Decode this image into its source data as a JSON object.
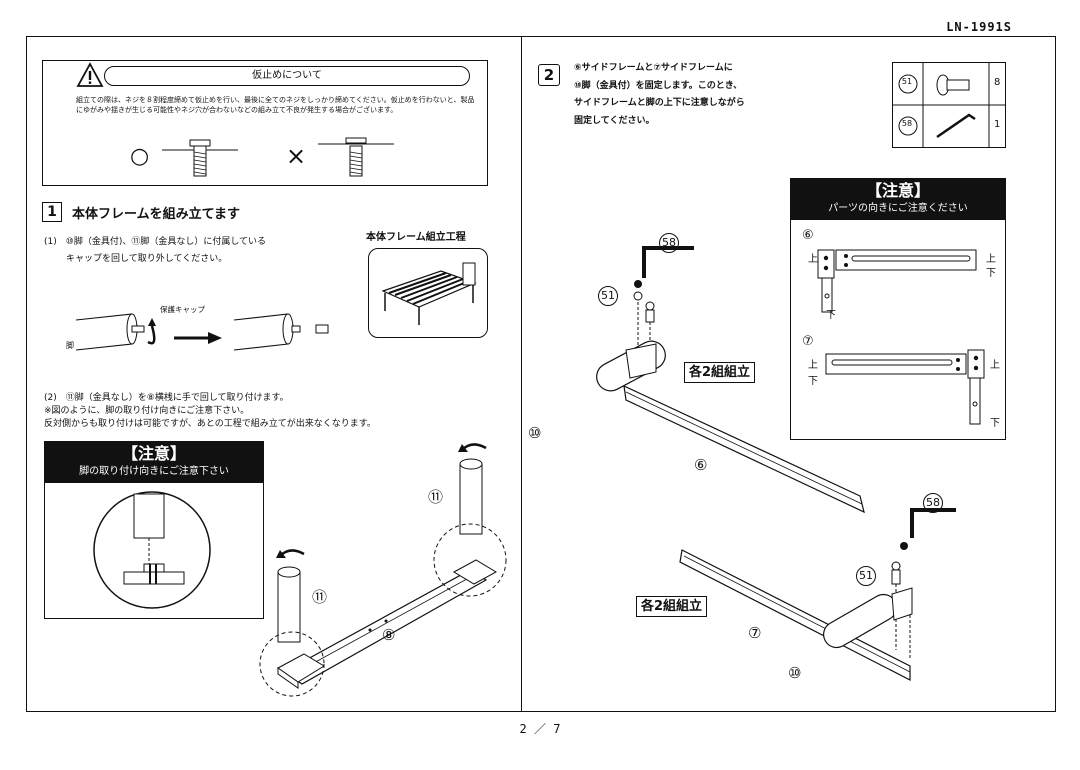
{
  "header": {
    "model_number": "LN-1991S"
  },
  "caution": {
    "title": "仮止めについて",
    "text": "組立ての際は、ネジを８割程度締めて仮止めを行い、最後に全てのネジをしっかり締めてください。仮止めを行わないと、製品にゆがみや揺きが生じる可能性やネジ穴が合わないなどの組み立て不良が発生する場合がございます。",
    "ok_mark": "○",
    "ng_mark": "×"
  },
  "section1": {
    "number": "1",
    "title": "本体フレームを組み立てます",
    "step1_line1": "(1)　⑩脚（金具付)、⑪脚（金具なし）に付属している",
    "step1_line2": "キャップを回して取り外してください。",
    "assembly_label": "本体フレーム組立工程",
    "cap_label": "保護キャップ",
    "leg_label": "脚",
    "step2_line1": "(2)　⑪脚（金具なし）を⑧横桟に手で回して取り付けます。",
    "step2_line2": "※図のように、脚の取り付け向きにご注意下さい。",
    "step2_line3": "反対側からも取り付けは可能ですが、あとの工程で組み立てが出来なくなります。",
    "notice_title": "【注意】",
    "notice_sub": "脚の取り付け向きにご注意下さい",
    "part_11": "⑪",
    "part_8": "⑧"
  },
  "section2": {
    "number": "2",
    "line1": "⑥サイドフレームと⑦サイドフレームに",
    "line2": "⑩脚（金具付）を固定します。このとき、",
    "line3": "サイドフレームと脚の上下に注意しながら",
    "line4": "固定してください。",
    "parts": [
      {
        "id": "51",
        "qty": "8"
      },
      {
        "id": "58",
        "qty": "1"
      }
    ],
    "notice_title": "【注意】",
    "notice_sub": "パーツの向きにご注意ください",
    "notice_6": "⑥",
    "notice_7": "⑦",
    "up": "上",
    "down": "下",
    "label_each": "各2組組立",
    "part_6": "⑥",
    "part_7": "⑦",
    "part_10": "⑩",
    "part_51": "51",
    "part_58": "58"
  },
  "footer": {
    "page": "2 ／ 7"
  }
}
